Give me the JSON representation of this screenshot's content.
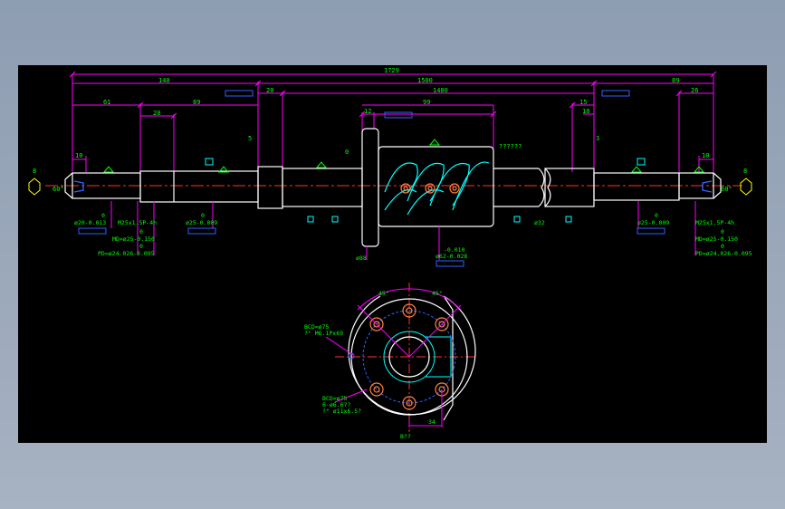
{
  "drawing": {
    "colors": {
      "background": "#000000",
      "outline": "#ffffff",
      "dimension": "#ff00ff",
      "text": "#00ff00",
      "center": "#ff3030",
      "feature": "#00ffff",
      "tolerance_box": "#3060ff",
      "hole": "#ff8040",
      "yellow": "#ffff00"
    },
    "top_dims": {
      "overall": "1729",
      "left_end": "140",
      "thread": "1500",
      "right_end": "89",
      "inner": "1480",
      "left_step": "20",
      "right_26": "26",
      "left_61": "61",
      "left_20": "20",
      "left_89": "89",
      "nut_12": "12",
      "nut_99": "99",
      "right_15": "15",
      "right_10": "10",
      "left_10": "10",
      "left_chamfer": "60°",
      "right_chamfer": "60°",
      "left_center": "8",
      "right_center": "8",
      "question": "??????",
      "zero_mark": "0",
      "side_5": "5",
      "side_3": "3"
    },
    "left_notes": {
      "d20_top": "0",
      "d20": "ø20-0.013",
      "m25": "M25x1.5P-4h",
      "md_top": "0",
      "md": "MD=ø25-0.150",
      "pd_top": "0",
      "pd": "PD=ø24.026-0.095",
      "d25_top": "0",
      "d25": "ø25-0.009"
    },
    "right_notes": {
      "d25_top": "0",
      "d25": "ø25-0.009",
      "m25": "M25x1.5P-4h",
      "md_top": "0",
      "md": "MD=ø25-0.150",
      "pd_top": "0",
      "pd": "PD=ø24.026-0.095",
      "d32": "ø32"
    },
    "nut_notes": {
      "d88": "ø88",
      "tol_top": "-0.010",
      "d62": "ø62-0.028"
    },
    "section": {
      "angle_left": "45°",
      "angle_right": "45°",
      "bcd_a": "BCD=ø75",
      "thread_a": "?° M6.1Px69",
      "bcd_b": "BCD=ø75",
      "holes_b": "6-ø6.6??",
      "cbore_b": "?° ø11x6.5?",
      "width": "34",
      "label": "B??"
    }
  }
}
